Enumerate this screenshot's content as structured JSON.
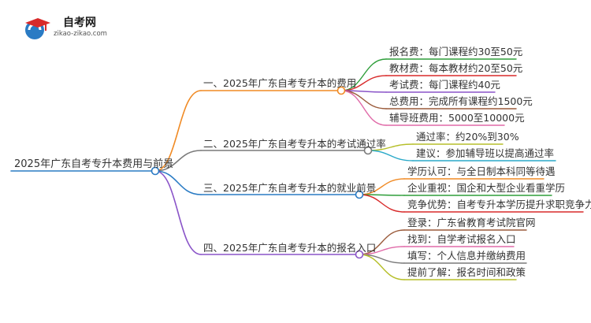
{
  "logo": {
    "name": "自考网",
    "url": "zikao-zikao.com"
  },
  "root": {
    "label": "2025年广东自考专升本费用与前景"
  },
  "branches": [
    {
      "label": "一、2025年广东自考专升本的费用",
      "color": "#f08a24",
      "leaves": [
        {
          "label": "报名费：每门课程约30至50元",
          "color": "#2e9e3a"
        },
        {
          "label": "教材费：每本教材约20至50元",
          "color": "#d82a2a"
        },
        {
          "label": "考试费：每门课程约40元",
          "color": "#8a54c8"
        },
        {
          "label": "总费用：完成所有课程约1500元",
          "color": "#9a5a3a"
        },
        {
          "label": "辅导班费用：5000至10000元",
          "color": "#e06aa8"
        }
      ]
    },
    {
      "label": "二、2025年广东自考专升本的考试通过率",
      "color": "#7a7a7a",
      "leaves": [
        {
          "label": "通过率：约20%到30%",
          "color": "#b6bf2a"
        },
        {
          "label": "建议：参加辅导班以提高通过率",
          "color": "#2aa9c8"
        }
      ]
    },
    {
      "label": "三、2025年广东自考专升本的就业前景",
      "color": "#2a7bc4",
      "leaves": [
        {
          "label": "学历认可：与全日制本科同等待遇",
          "color": "#f08a24"
        },
        {
          "label": "企业重视：国企和大型企业看重学历",
          "color": "#2e9e3a"
        },
        {
          "label": "竞争优势：自考专升本学历提升求职竞争力",
          "color": "#d82a2a"
        }
      ]
    },
    {
      "label": "四、2025年广东自考专升本的报名入口",
      "color": "#8a54c8",
      "leaves": [
        {
          "label": "登录：广东省教育考试院官网",
          "color": "#9a5a3a"
        },
        {
          "label": "找到：自学考试报名入口",
          "color": "#e06aa8"
        },
        {
          "label": "填写：个人信息并缴纳费用",
          "color": "#7a7a7a"
        },
        {
          "label": "提前了解：报名时间和政策",
          "color": "#b6bf2a"
        }
      ]
    }
  ]
}
